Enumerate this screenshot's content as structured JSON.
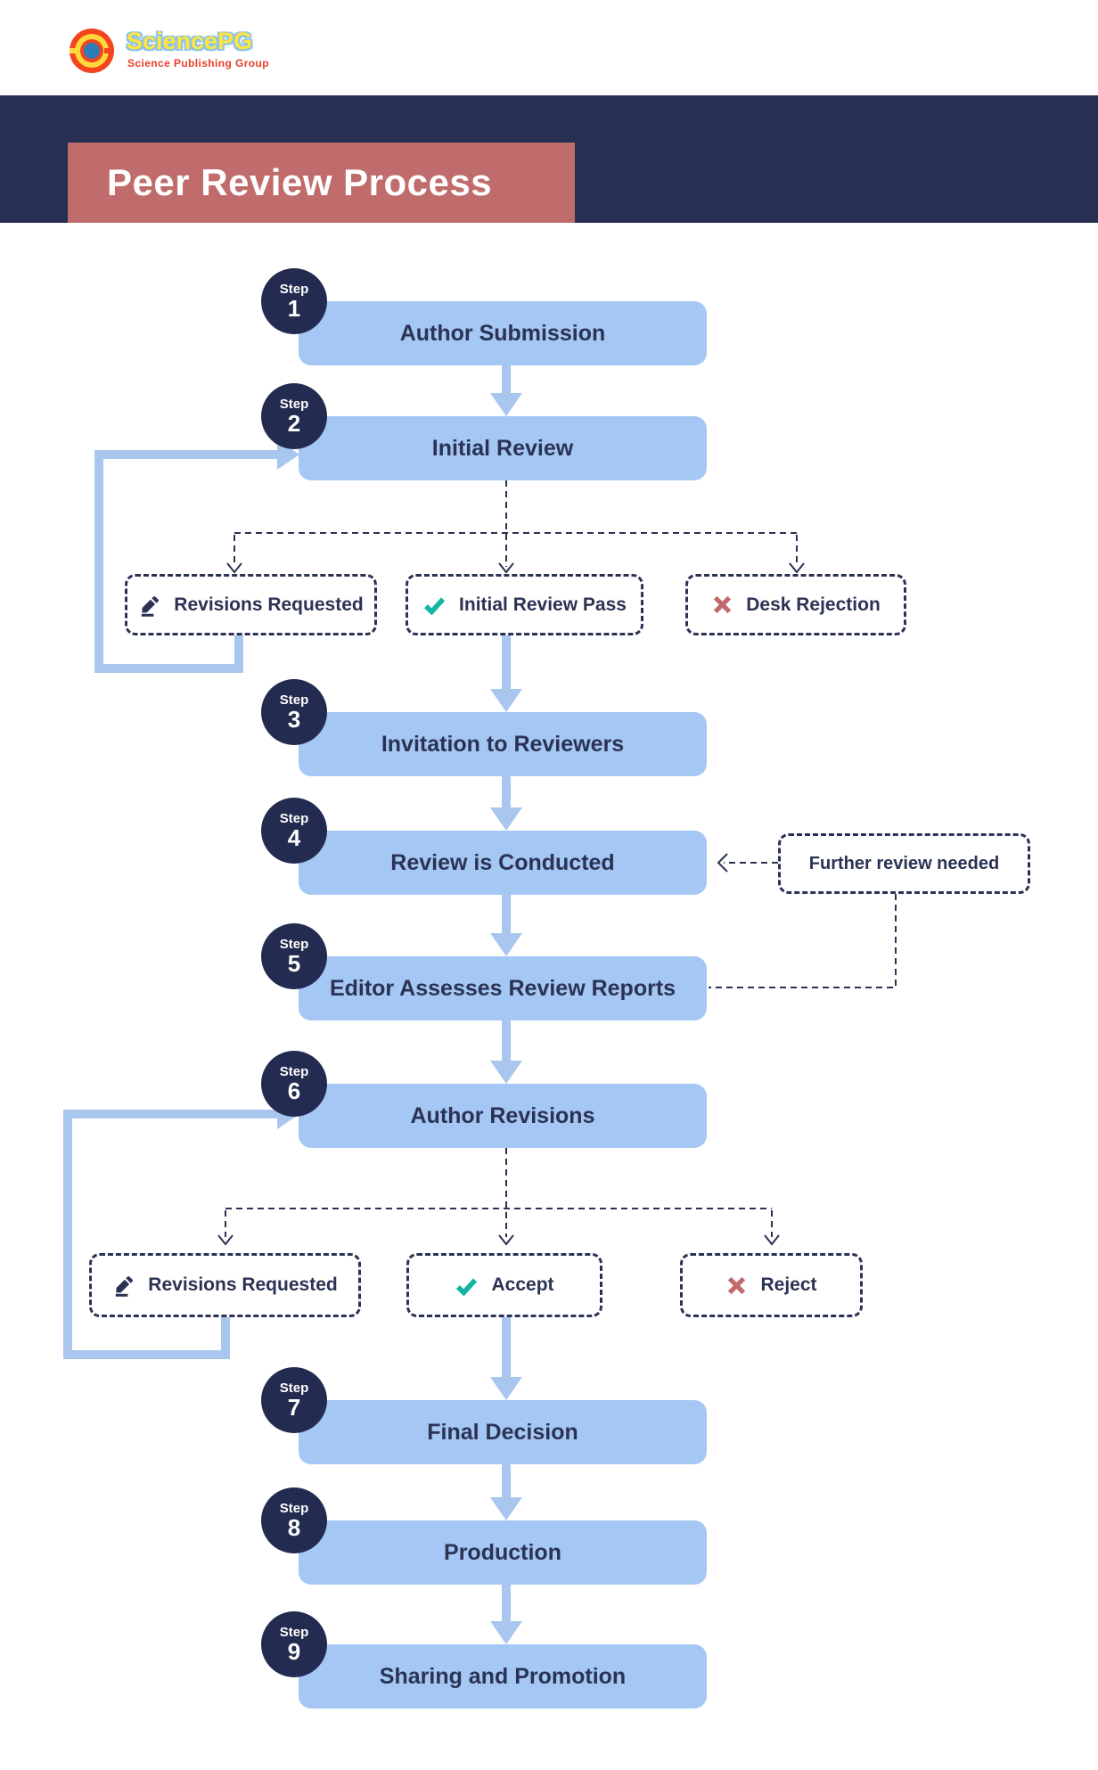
{
  "logo": {
    "brand": "SciencePG",
    "tagline": "Science Publishing Group",
    "mark": "concentric-rings-logo"
  },
  "banner": {
    "title": "Peer Review Process"
  },
  "steps": [
    {
      "label": "Step",
      "number": "1",
      "title": "Author Submission"
    },
    {
      "label": "Step",
      "number": "2",
      "title": "Initial Review"
    },
    {
      "label": "Step",
      "number": "3",
      "title": "Invitation to Reviewers"
    },
    {
      "label": "Step",
      "number": "4",
      "title": "Review is Conducted"
    },
    {
      "label": "Step",
      "number": "5",
      "title": "Editor Assesses Review Reports"
    },
    {
      "label": "Step",
      "number": "6",
      "title": "Author Revisions"
    },
    {
      "label": "Step",
      "number": "7",
      "title": "Final Decision"
    },
    {
      "label": "Step",
      "number": "8",
      "title": "Production"
    },
    {
      "label": "Step",
      "number": "9",
      "title": "Sharing and Promotion"
    }
  ],
  "initial_review_outcomes": [
    {
      "icon": "pencil-icon",
      "label": "Revisions Requested"
    },
    {
      "icon": "check-icon",
      "label": "Initial Review Pass"
    },
    {
      "icon": "x-icon",
      "label": "Desk Rejection"
    }
  ],
  "revision_outcomes": [
    {
      "icon": "pencil-icon",
      "label": "Revisions Requested"
    },
    {
      "icon": "check-icon",
      "label": "Accept"
    },
    {
      "icon": "x-icon",
      "label": "Reject"
    }
  ],
  "note": {
    "label": "Further review needed"
  },
  "colors": {
    "navy_band": "#272F52",
    "step_circle_navy": "#232B50",
    "banner_rose": "#C06C6C",
    "box_blue": "#A4C7F4",
    "arrow_blue": "#A9C6EE",
    "text_navy": "#2B3254",
    "check_teal": "#12B5A0",
    "reject_red": "#C2686C",
    "logo_red": "#F2441D",
    "logo_yellow": "#FFD83B",
    "logo_blue": "#2E7CB5"
  }
}
